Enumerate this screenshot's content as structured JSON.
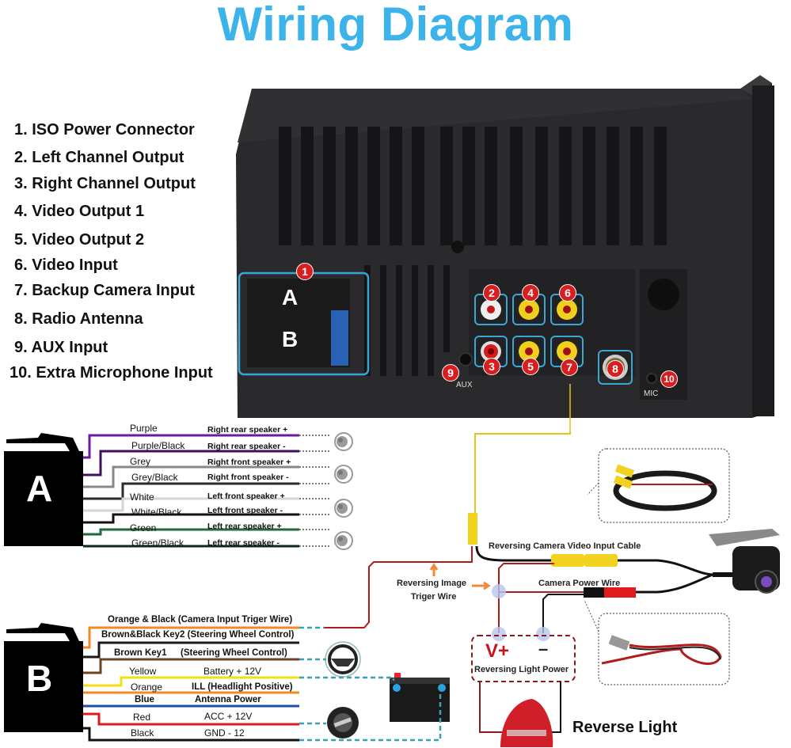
{
  "title": "Wiring Diagram",
  "colors": {
    "title": "#3cb4ea",
    "badge": "#d81f1f",
    "highlight": "#3ba6d6"
  },
  "legend": [
    {
      "num": "1.",
      "label": "ISO Power Connector"
    },
    {
      "num": "2.",
      "label": "Left Channel Output"
    },
    {
      "num": "3.",
      "label": "Right Channel Output"
    },
    {
      "num": "4.",
      "label": "Video Output 1"
    },
    {
      "num": "5.",
      "label": "Video Output 2"
    },
    {
      "num": "6.",
      "label": "Video Input"
    },
    {
      "num": "7.",
      "label": "Backup Camera Input"
    },
    {
      "num": "8.",
      "label": "Radio Antenna"
    },
    {
      "num": "9.",
      "label": "AUX Input"
    },
    {
      "num": "10.",
      "label": "Extra Microphone Input"
    }
  ],
  "unit": {
    "badges": [
      "1",
      "2",
      "3",
      "4",
      "5",
      "6",
      "7",
      "8",
      "9",
      "10"
    ],
    "connector_a": "A",
    "connector_b": "B",
    "aux_label": "AUX",
    "mic_label": "MIC"
  },
  "connector_a": {
    "letter": "A",
    "wires": [
      {
        "color_name": "Purple",
        "function": "Right rear speaker +",
        "color": "#6a1b9a"
      },
      {
        "color_name": "Purple/Black",
        "function": "Right rear speaker -",
        "color": "#3d0f5c"
      },
      {
        "color_name": "Grey",
        "function": "Right front speaker +",
        "color": "#888888"
      },
      {
        "color_name": "Grey/Black",
        "function": "Right  front speaker -",
        "color": "#2b2b2b"
      },
      {
        "color_name": "White",
        "function": "Left front speaker +",
        "color": "#d6d6d6"
      },
      {
        "color_name": "White/Black",
        "function": "Left front speaker -",
        "color": "#111111"
      },
      {
        "color_name": "Green",
        "function": "Left rear speaker +",
        "color": "#1e6b3a"
      },
      {
        "color_name": "Green/Black",
        "function": "Left rear speaker -",
        "color": "#0f2a18"
      }
    ]
  },
  "connector_b": {
    "letter": "B",
    "wires": [
      {
        "color_name": "Orange & Black (Camera Input Triger Wire)",
        "function": "",
        "color": "#f08a24"
      },
      {
        "color_name": "Brown&Black  Key2 (Steering Wheel Control)",
        "function": "",
        "color": "#1a1a1a"
      },
      {
        "color_name": "Brown   Key1",
        "function": "(Steering Wheel Control)",
        "color": "#6b4423"
      },
      {
        "color_name": "Yellow",
        "function": "Battery + 12V",
        "color": "#f2e017"
      },
      {
        "color_name": "Orange",
        "function": "ILL (Headlight Positive)",
        "color": "#f08a24"
      },
      {
        "color_name": "Blue",
        "function": "Antenna Power",
        "color": "#1d4fa8"
      },
      {
        "color_name": "Red",
        "function": "ACC + 12V",
        "color": "#e01b1b"
      },
      {
        "color_name": "Black",
        "function": "GND - 12",
        "color": "#111111"
      }
    ]
  },
  "camera": {
    "video_cable_label": "Reversing Camera Video Input Cable",
    "trigger_label_line1": "Reversing Image",
    "trigger_label_line2": "Triger Wire",
    "power_wire_label": "Camera Power Wire",
    "vplus": "V+",
    "minus": "–",
    "reversing_light_power": "Reversing Light Power",
    "reverse_light": "Reverse Light"
  }
}
